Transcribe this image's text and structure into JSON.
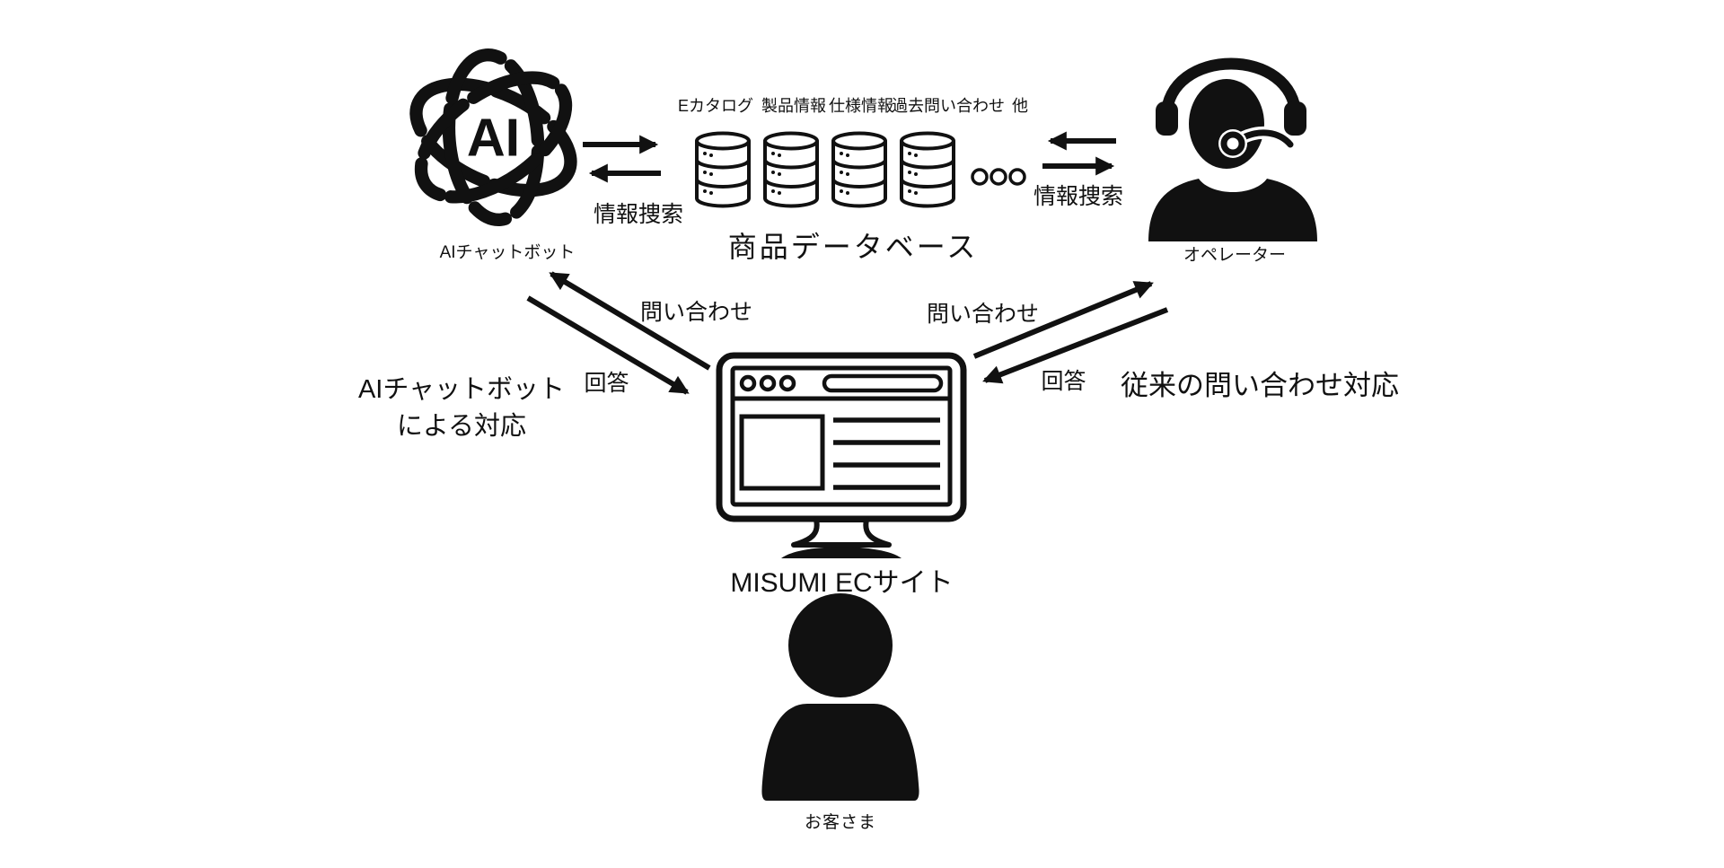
{
  "colors": {
    "ink": "#111111",
    "background": "#ffffff"
  },
  "ai": {
    "icon_text": "AI",
    "label": "AIチャットボット"
  },
  "product_database": {
    "label": "商品データベース",
    "source_labels": [
      "Eカタログ",
      "製品情報",
      "仕様情報",
      "過去問い合わせ",
      "他"
    ],
    "cylinder_count": 4,
    "more_indicator_circles": 3
  },
  "operator": {
    "label": "オペレーター"
  },
  "ec_site": {
    "label": "MISUMI ECサイト"
  },
  "customer": {
    "label": "お客さま"
  },
  "arrows": {
    "ai_db_label": "情報捜索",
    "operator_db_label": "情報捜索",
    "left_inquiry_label": "問い合わせ",
    "left_answer_label": "回答",
    "right_inquiry_label": "問い合わせ",
    "right_answer_label": "回答"
  },
  "captions": {
    "left_line1": "AIチャットボット",
    "left_line2": "による対応",
    "right": "従来の問い合わせ対応"
  }
}
